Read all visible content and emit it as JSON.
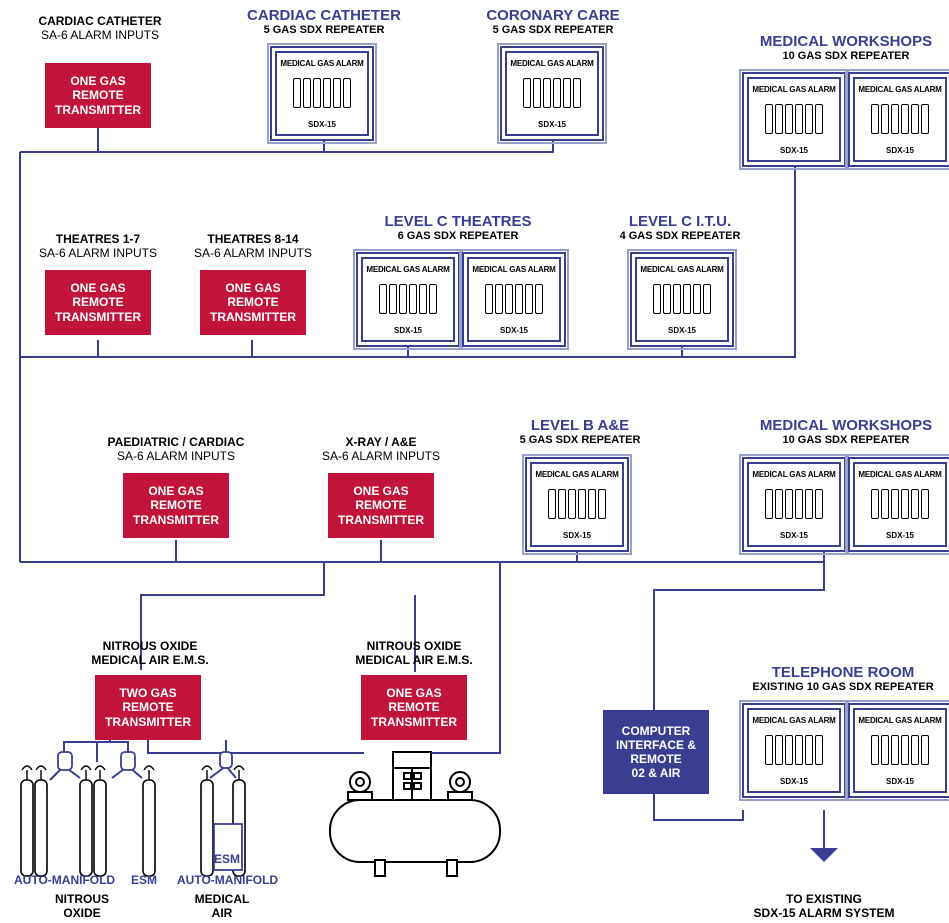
{
  "unit": {
    "header": "MEDICAL GAS ALARM",
    "model": "SDX-15"
  },
  "transmitters": {
    "one_gas": [
      "ONE GAS",
      "REMOTE",
      "TRANSMITTER"
    ],
    "two_gas": [
      "TWO GAS",
      "REMOTE",
      "TRANSMITTER"
    ]
  },
  "groups": [
    {
      "id": "cardiac-catheter-inputs",
      "title": "CARDIAC CATHETER",
      "subtitle": "SA-6 ALARM INPUTS"
    },
    {
      "id": "cardiac-catheter-repeater",
      "title": "CARDIAC CATHETER",
      "subtitle": "5 GAS SDX REPEATER"
    },
    {
      "id": "coronary-care",
      "title": "CORONARY CARE",
      "subtitle": "5 GAS SDX REPEATER"
    },
    {
      "id": "medical-workshops-1",
      "title": "MEDICAL WORKSHOPS",
      "subtitle": "10 GAS SDX REPEATER"
    },
    {
      "id": "theatres-1-7",
      "title": "THEATRES 1-7",
      "subtitle": "SA-6 ALARM INPUTS"
    },
    {
      "id": "theatres-8-14",
      "title": "THEATRES 8-14",
      "subtitle": "SA-6 ALARM INPUTS"
    },
    {
      "id": "level-c-theatres",
      "title": "LEVEL C THEATRES",
      "subtitle": "6 GAS SDX REPEATER"
    },
    {
      "id": "level-c-itu",
      "title": "LEVEL C I.T.U.",
      "subtitle": "4 GAS SDX REPEATER"
    },
    {
      "id": "paediatric-cardiac",
      "title": "PAEDIATRIC / CARDIAC",
      "subtitle": "SA-6 ALARM INPUTS"
    },
    {
      "id": "x-ray-ae",
      "title": "X-RAY / A&E",
      "subtitle": "SA-6 ALARM INPUTS"
    },
    {
      "id": "level-b-ae",
      "title": "LEVEL B A&E",
      "subtitle": "5 GAS SDX REPEATER"
    },
    {
      "id": "medical-workshops-2",
      "title": "MEDICAL WORKSHOPS",
      "subtitle": "10 GAS SDX REPEATER"
    },
    {
      "id": "nitrous-ems-1",
      "title": "NITROUS OXIDE",
      "subtitle": "MEDICAL AIR E.M.S."
    },
    {
      "id": "nitrous-ems-2",
      "title": "NITROUS OXIDE",
      "subtitle": "MEDICAL AIR E.M.S."
    },
    {
      "id": "telephone-room",
      "title": "TELEPHONE ROOM",
      "subtitle": "EXISTING 10 GAS SDX REPEATER"
    }
  ],
  "computer_interface": [
    "COMPUTER",
    "INTERFACE &",
    "REMOTE",
    "02 & AIR"
  ],
  "bottom": {
    "auto_manifold_1": "AUTO-MANIFOLD",
    "esm_1": "ESM",
    "esm_2": "ESM",
    "auto_manifold_2": "AUTO-MANIFOLD",
    "nitrous": [
      "NITROUS",
      "OXIDE"
    ],
    "medical_air": [
      "MEDICAL",
      "AIR"
    ],
    "to_existing": [
      "TO EXISTING",
      "SDX-15 ALARM SYSTEM"
    ]
  },
  "colors": {
    "accent_blue": "#3a3e91",
    "alarm_red": "#c2143a",
    "light_blue": "#9aa0cc"
  }
}
